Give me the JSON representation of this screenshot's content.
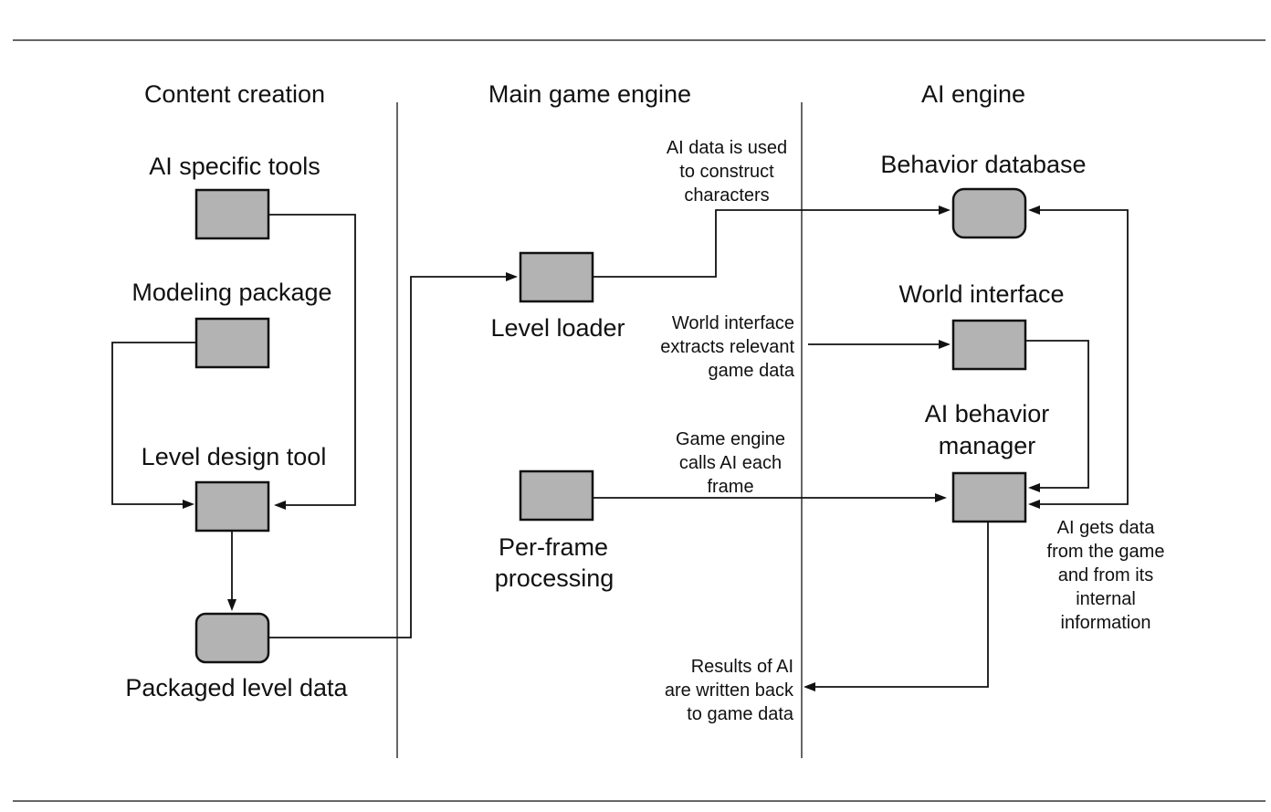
{
  "columns": {
    "content_creation": "Content creation",
    "main_game_engine": "Main game engine",
    "ai_engine": "AI engine"
  },
  "nodes": {
    "ai_specific_tools": "AI specific tools",
    "modeling_package": "Modeling package",
    "level_design_tool": "Level design tool",
    "packaged_level_data": "Packaged level data",
    "level_loader": "Level loader",
    "per_frame_processing": [
      "Per-frame",
      "processing"
    ],
    "behavior_database": "Behavior database",
    "world_interface": "World interface",
    "ai_behavior_manager": [
      "AI behavior",
      "manager"
    ]
  },
  "notes": {
    "construct_characters": [
      "AI data is used",
      "to construct",
      "characters"
    ],
    "world_interface_extracts": [
      "World interface",
      "extracts relevant",
      "game data"
    ],
    "engine_calls_ai": [
      "Game engine",
      "calls AI each",
      "frame"
    ],
    "ai_gets_data": [
      "AI gets data",
      "from the game",
      "and from its",
      "internal",
      "information"
    ],
    "results_written_back": [
      "Results of AI",
      "are written back",
      "to game data"
    ]
  },
  "colors": {
    "box_fill": "#b3b3b3",
    "stroke": "#111111"
  }
}
